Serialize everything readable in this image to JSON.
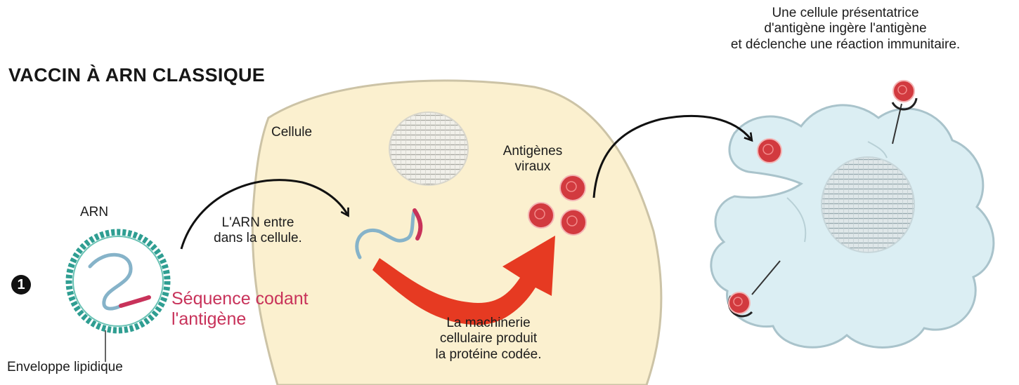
{
  "title": "VACCIN À ARN CLASSIQUE",
  "step_number": "1",
  "labels": {
    "arn": "ARN",
    "sequence": [
      "Séquence codant",
      "l'antigène"
    ],
    "enveloppe": "Enveloppe lipidique",
    "cellule": "Cellule",
    "arn_entre": [
      "L'ARN entre",
      "dans la cellule."
    ],
    "antigenes": [
      "Antigènes",
      "viraux"
    ],
    "machinerie": [
      "La machinerie",
      "cellulaire produit",
      "la protéine codée."
    ],
    "apc": [
      "Une cellule présentatrice",
      "d'antigène ingère l'antigène",
      "et déclenche une réaction immunitaire."
    ]
  },
  "colors": {
    "cell_fill": "#fbf0cf",
    "cell_outline": "#ccc3a6",
    "apc_fill": "#dbeef3",
    "apc_outline": "#a9c3cb",
    "lipid_shell": "#2f9e92",
    "rna": "#86b3c9",
    "antigen_sequence": "#c8325a",
    "antigen": "#d23a3f",
    "big_arrow": "#e63a22",
    "arrow": "#111111"
  },
  "icons": [
    "rna-strand-icon",
    "antigen-sphere-icon",
    "arrow-icon",
    "nucleus-icon"
  ]
}
